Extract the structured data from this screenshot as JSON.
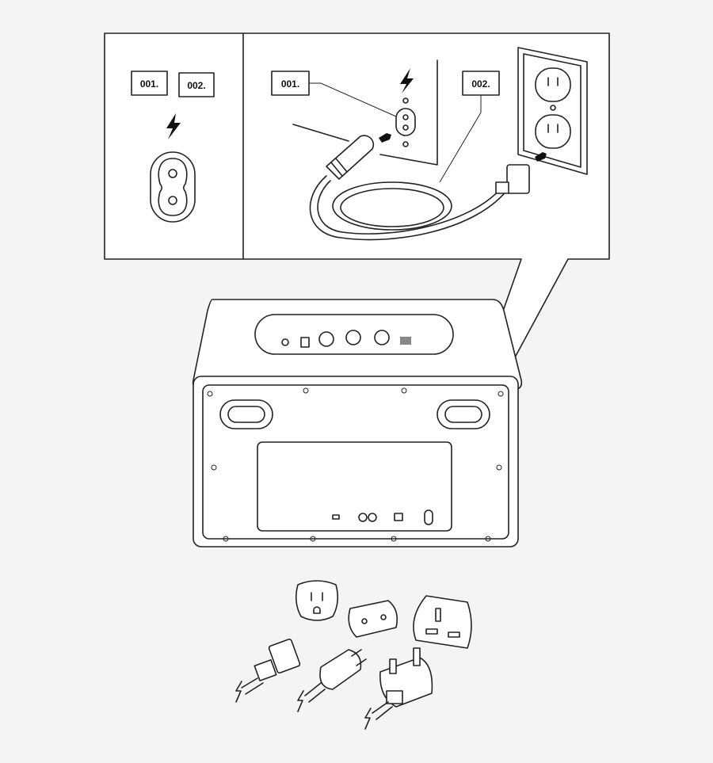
{
  "callout_panel": {
    "left": {
      "label_1": "001.",
      "label_2": "002."
    },
    "right": {
      "label_1": "001.",
      "label_2": "002."
    }
  },
  "icons": [
    "lightning-bolt-icon",
    "figure-eight-socket-icon",
    "wall-outlet-icon",
    "us-plug-icon",
    "eu-plug-icon",
    "uk-plug-icon"
  ],
  "colors": {
    "background": "#f4f4f4",
    "panel": "#ffffff",
    "line": "#222222"
  }
}
